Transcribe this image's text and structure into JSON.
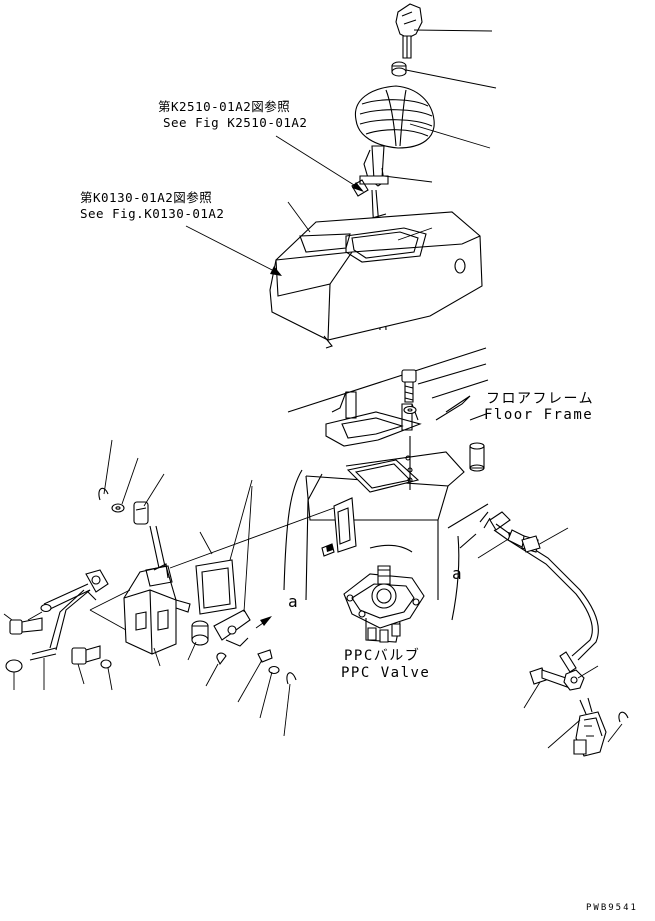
{
  "references": {
    "ref1_jp": "第K2510-01A2図参照",
    "ref1_en": "See Fig K2510-01A2",
    "ref2_jp": "第K0130-01A2図参照",
    "ref2_en": "See Fig.K0130-01A2"
  },
  "labels": {
    "floor_frame_jp": "フロアフレーム",
    "floor_frame_en": "Floor Frame",
    "ppc_valve_jp": "PPCバルブ",
    "ppc_valve_en": "PPC Valve",
    "connector_a": "a",
    "drawing_code": "PWB9541"
  }
}
